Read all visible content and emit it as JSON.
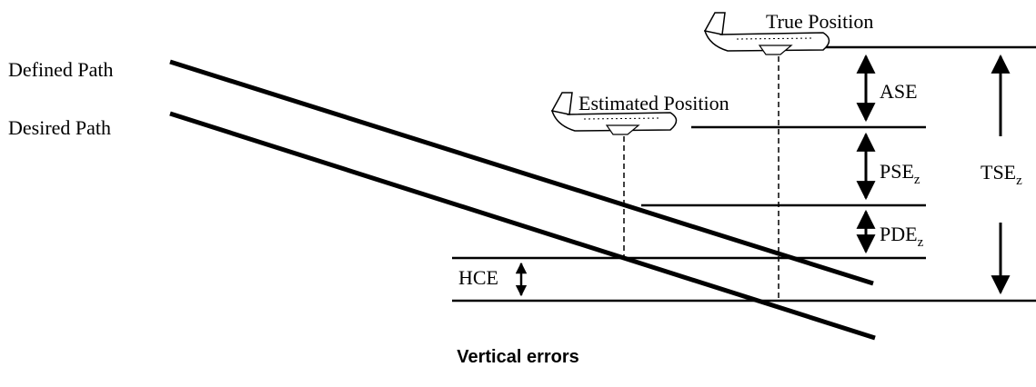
{
  "labels": {
    "defined_path": "Defined Path",
    "desired_path": "Desired Path",
    "true_position": "True Position",
    "estimated_position": "Estimated Position",
    "ase": "ASE",
    "pse": "PSE",
    "pse_sub": "z",
    "pde": "PDE",
    "pde_sub": "z",
    "tse": "TSE",
    "tse_sub": "z",
    "hce": "HCE"
  },
  "caption": "Vertical errors"
}
